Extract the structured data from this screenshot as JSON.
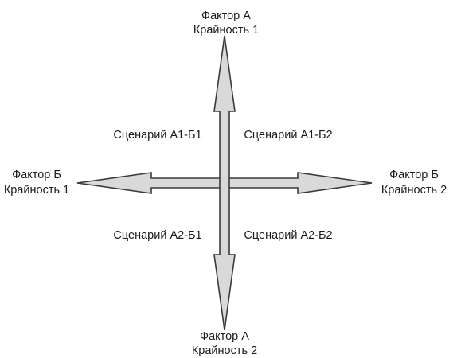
{
  "diagram": {
    "colors": {
      "arrow_fill": "#d9d9d9",
      "arrow_stroke": "#3a3a3a",
      "text": "#1a1a1a"
    },
    "factor_a_top": {
      "line1": "Фактор А",
      "line2": "Крайность 1"
    },
    "factor_a_bottom": {
      "line1": "Фактор А",
      "line2": "Крайность 2"
    },
    "factor_b_left": {
      "line1": "Фактор Б",
      "line2": "Крайность 1"
    },
    "factor_b_right": {
      "line1": "Фактор Б",
      "line2": "Крайность 2"
    },
    "scenarios": {
      "a1_b1": "Сценарий А1-Б1",
      "a1_b2": "Сценарий А1-Б2",
      "a2_b1": "Сценарий А2-Б1",
      "a2_b2": "Сценарий А2-Б2"
    }
  }
}
